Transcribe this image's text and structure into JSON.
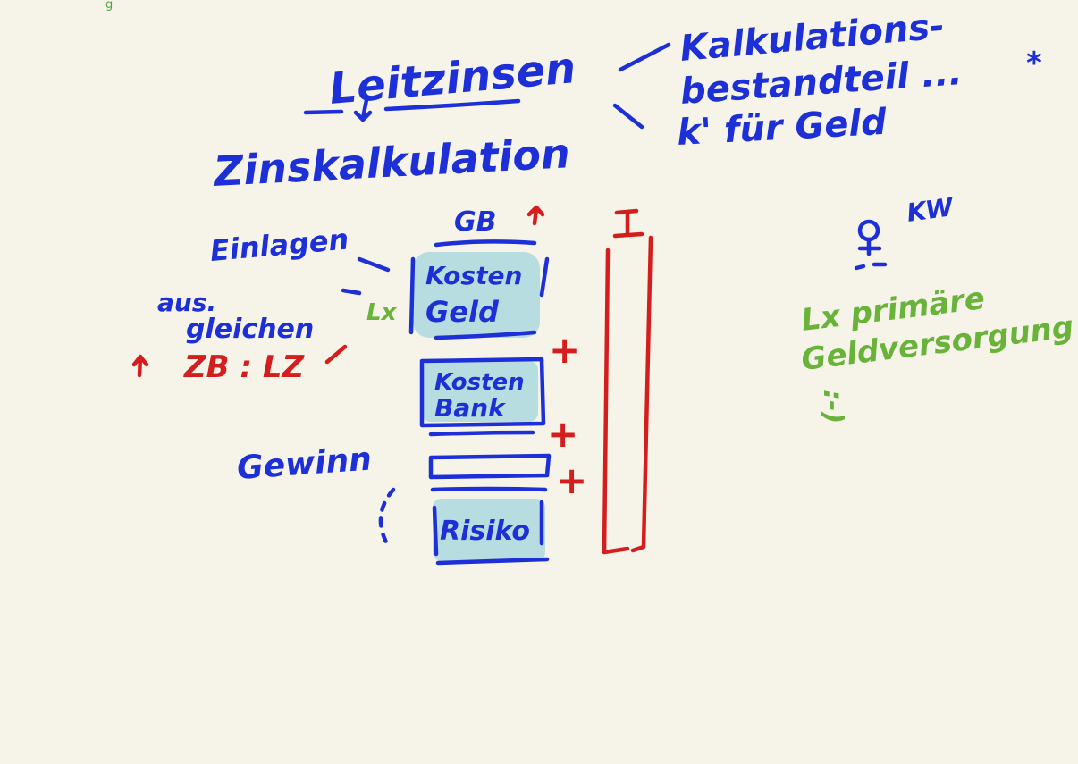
{
  "header_fragment": "g",
  "note": {
    "leitzinsen": "Leitzinsen",
    "kalkulation_line1": "Kalkulations-",
    "kalkulation_line2": "bestandteil ...",
    "preis_fuer_geld": "k' für Geld",
    "asterisk": "*",
    "zinskalkulation": "Zinskalkulation",
    "gb": "GB",
    "einlagen": "Einlagen",
    "ausgleichen_line1": "aus.",
    "ausgleichen_line2": "gleichen",
    "lx_left": "Lx",
    "zb_lz": "ZB : LZ",
    "kosten_geld_line1": "Kosten",
    "kosten_geld_line2": "Geld",
    "kosten_bank_line1": "Kosten",
    "kosten_bank_line2": "Bank",
    "gewinn": "Gewinn",
    "risiko": "Risiko",
    "plus_1": "+",
    "plus_2": "+",
    "plus_3": "+",
    "kw": "KW",
    "lx_primaere_line1": "Lx primäre",
    "lx_primaere_line2": "Geldversorgung",
    "smiley": ":-)"
  },
  "colors": {
    "background": "#f6f3e9",
    "blue_ink": "#1d2fd6",
    "red_ink": "#d41d1d",
    "green_ink": "#6ab33a",
    "highlight": "#b8dde0"
  }
}
